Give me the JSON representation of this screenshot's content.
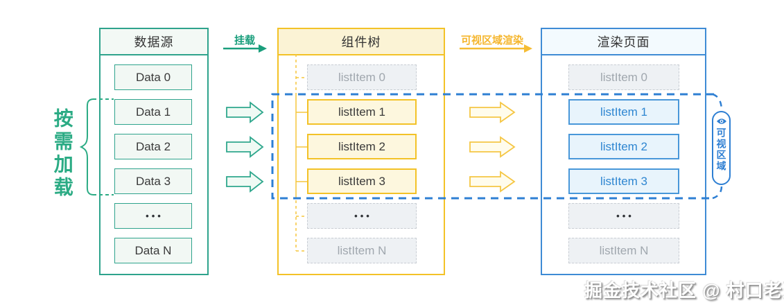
{
  "left_brace_label": {
    "text": "按需加载"
  },
  "flow_labels": {
    "mount": "挂载",
    "viewport_render": "可视区域渲染"
  },
  "columns": {
    "data_source": {
      "title": "数据源",
      "items": [
        {
          "label": "Data 0",
          "state": "normal"
        },
        {
          "label": "Data 1",
          "state": "normal"
        },
        {
          "label": "Data 2",
          "state": "normal"
        },
        {
          "label": "Data 3",
          "state": "normal"
        },
        {
          "label": "•••",
          "state": "normal"
        },
        {
          "label": "Data N",
          "state": "normal"
        }
      ]
    },
    "component_tree": {
      "title": "组件树",
      "items": [
        {
          "label": "listItem 0",
          "state": "inactive"
        },
        {
          "label": "listItem 1",
          "state": "mounted"
        },
        {
          "label": "listItem 2",
          "state": "mounted"
        },
        {
          "label": "listItem 3",
          "state": "mounted"
        },
        {
          "label": "•••",
          "state": "inactive"
        },
        {
          "label": "listItem N",
          "state": "inactive"
        }
      ]
    },
    "render_page": {
      "title": "渲染页面",
      "items": [
        {
          "label": "listItem 0",
          "state": "inactive"
        },
        {
          "label": "listItem 1",
          "state": "visible"
        },
        {
          "label": "listItem 2",
          "state": "visible"
        },
        {
          "label": "listItem 3",
          "state": "visible"
        },
        {
          "label": "•••",
          "state": "inactive"
        },
        {
          "label": "listItem N",
          "state": "inactive"
        }
      ]
    }
  },
  "visible_area_tag": {
    "label": "可视区域",
    "icon": "eye-icon"
  },
  "watermark": "掘金技术社区 @ 村口老王",
  "colors": {
    "teal": "#2EA38C",
    "teal_text": "#2BAB84",
    "yellow": "#F3C227",
    "yellow_label": "#F5B62E",
    "blue": "#2E7FD3",
    "blue_text": "#2E86D1",
    "ghost_border": "#C8CDD3",
    "ghost_text": "#A0A7AE"
  }
}
